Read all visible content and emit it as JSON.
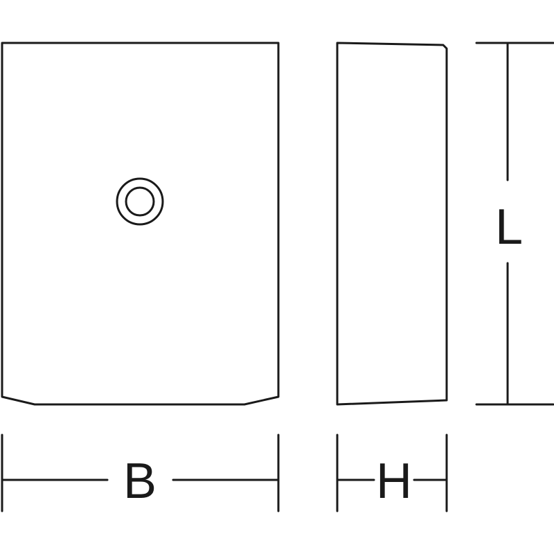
{
  "diagram": {
    "labels": {
      "width": "B",
      "height": "H",
      "length": "L"
    },
    "colors": {
      "line": "#1a1a1a",
      "background": "#ffffff"
    }
  }
}
